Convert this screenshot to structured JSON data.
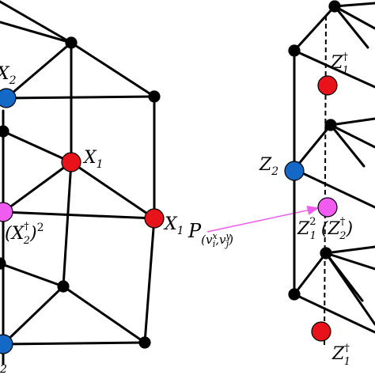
{
  "colors": {
    "red": "#e8121a",
    "blue": "#1469c7",
    "magenta": "#f05cf0",
    "black": "#000000",
    "arrow": "#f05cf0"
  },
  "labels": {
    "x2_top": "X",
    "x2_top_sub": "2",
    "x1_mid": "X",
    "x1_mid_sub": "1",
    "x1_right": "X",
    "x1_right_sub": "1",
    "x2dag_sq_open": "(X",
    "x2dag_sq_sup": "†",
    "x2dag_sq_sub": "2",
    "x2dag_sq_close": ")",
    "x2dag_sq_pow": "2",
    "x_bottom_sub": "2",
    "z1dag_top": "Z",
    "z1dag_top_sup": "†",
    "z1dag_top_sub": "1",
    "z2": "Z",
    "z2_sub": "2",
    "z1sq": "Z",
    "z1sq_sup": "2",
    "z1sq_sub": "1",
    "z2dag_open": "(Z",
    "z2dag_sup": "†",
    "z2dag_sub": "2",
    "z2dag_close": ")",
    "z1dag_bot": "Z",
    "z1dag_bot_sup": "†",
    "z1dag_bot_sub": "1",
    "pointer_P": "P",
    "pointer_args": "(v",
    "pointer_vi_sup": "x",
    "pointer_vi_sub": "i",
    "pointer_comma": ",v",
    "pointer_vj_sup": "y",
    "pointer_vj_sub": "j",
    "pointer_close": ")"
  }
}
